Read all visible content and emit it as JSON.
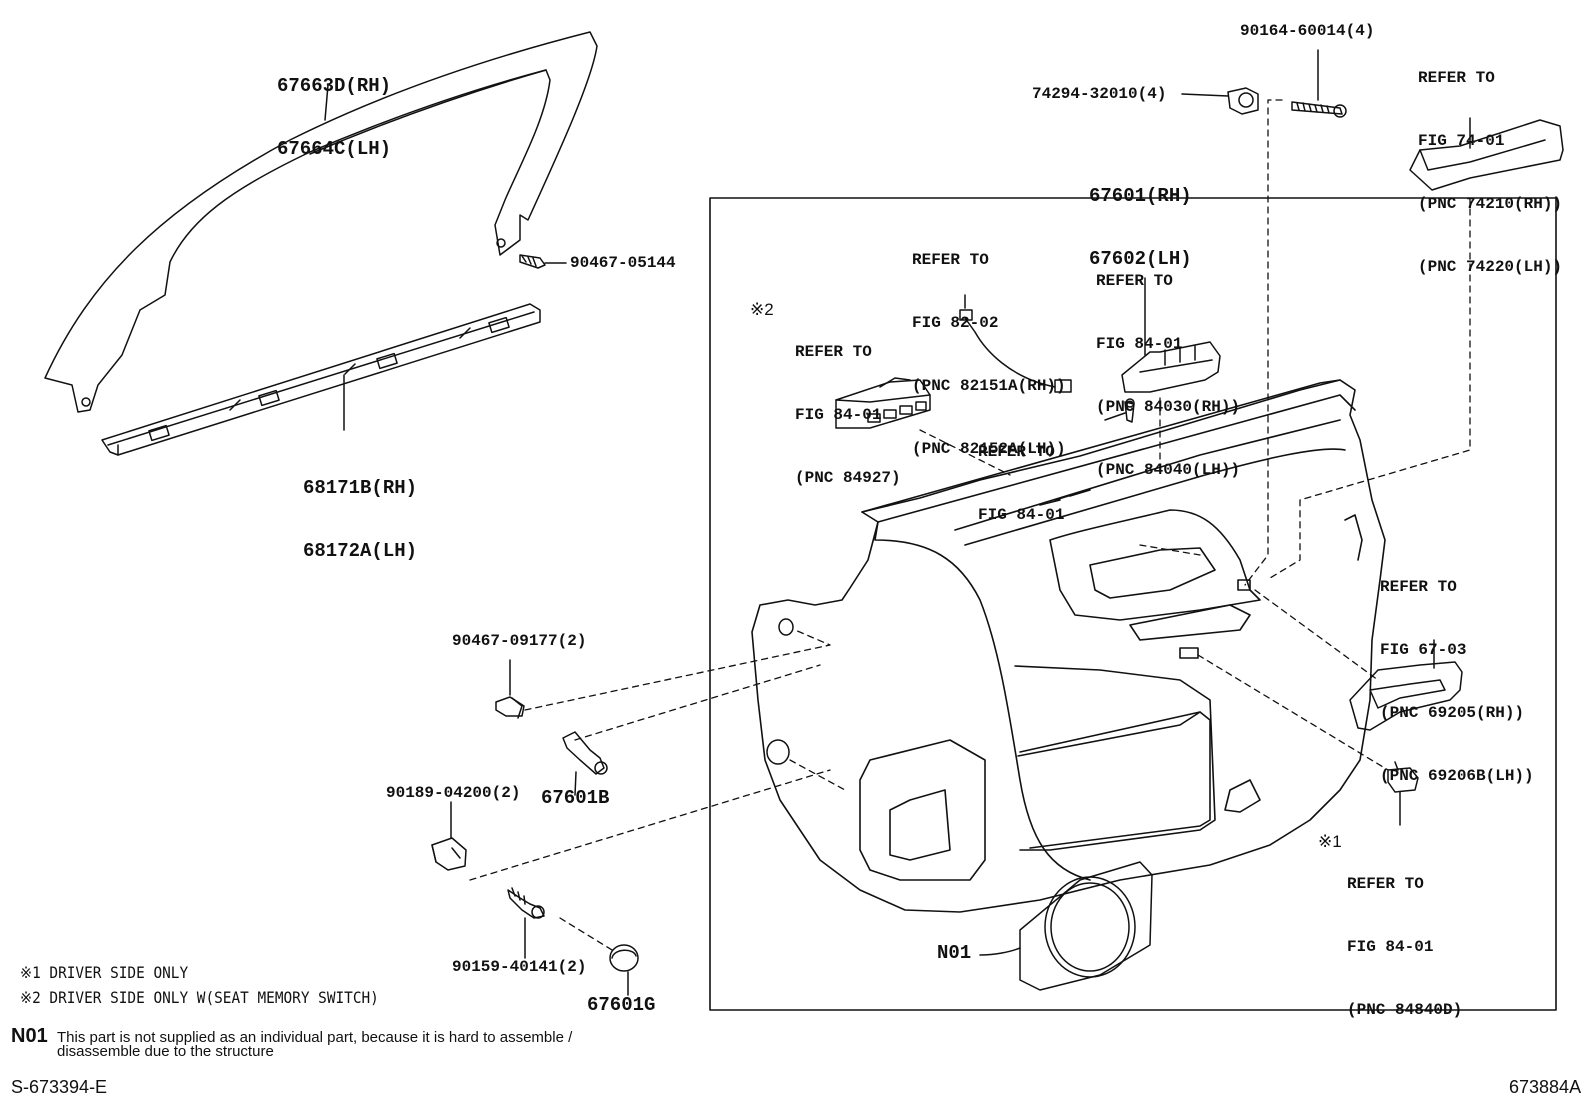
{
  "parts": {
    "p67663": [
      "67663D(RH)",
      "67664C(LH)"
    ],
    "p90467_05144": "90467-05144",
    "p68171": [
      "68171B(RH)",
      "68172A(LH)"
    ],
    "p90164": "90164-60014(4)",
    "p74294": "74294-32010(4)",
    "ref74": [
      "REFER TO",
      "FIG 74-01",
      "(PNC 74210(RH))",
      "(PNC 74220(LH))"
    ],
    "p67601": [
      "67601(RH)",
      "67602(LH)"
    ],
    "ref82": [
      "REFER TO",
      "FIG 82-02",
      "(PNC 82151A(RH))",
      "(PNC 82152A(LH))"
    ],
    "ref84a": [
      "REFER TO",
      "FIG 84-01",
      "(PNC 84030(RH))",
      "(PNC 84040(LH))"
    ],
    "mark2": "※2",
    "ref84927": [
      "REFER TO",
      "FIG 84-01",
      "(PNC 84927)"
    ],
    "ref84b": [
      "REFER TO",
      "FIG 84-01"
    ],
    "ref67": [
      "REFER TO",
      "FIG 67-03",
      "(PNC 69205(RH))",
      "(PNC 69206B(LH))"
    ],
    "p90467_09177": "90467-09177(2)",
    "p67601B": "67601B",
    "p90189": "90189-04200(2)",
    "mark1": "※1",
    "ref84840": [
      "REFER TO",
      "FIG 84-01",
      "(PNC 84840D)"
    ],
    "p90159": "90159-40141(2)",
    "p67601G": "67601G",
    "n01_label": "N01"
  },
  "notes": {
    "note1": "※1 DRIVER SIDE ONLY",
    "note2": "※2 DRIVER SIDE ONLY W(SEAT MEMORY SWITCH)",
    "n01_code": "N01",
    "n01_line1": "This part is not supplied as an individual part, because it is hard to assemble /",
    "n01_line2": "disassemble due to the structure"
  },
  "footer": {
    "left_code": "S-673394-E",
    "right_code": "673884A"
  }
}
